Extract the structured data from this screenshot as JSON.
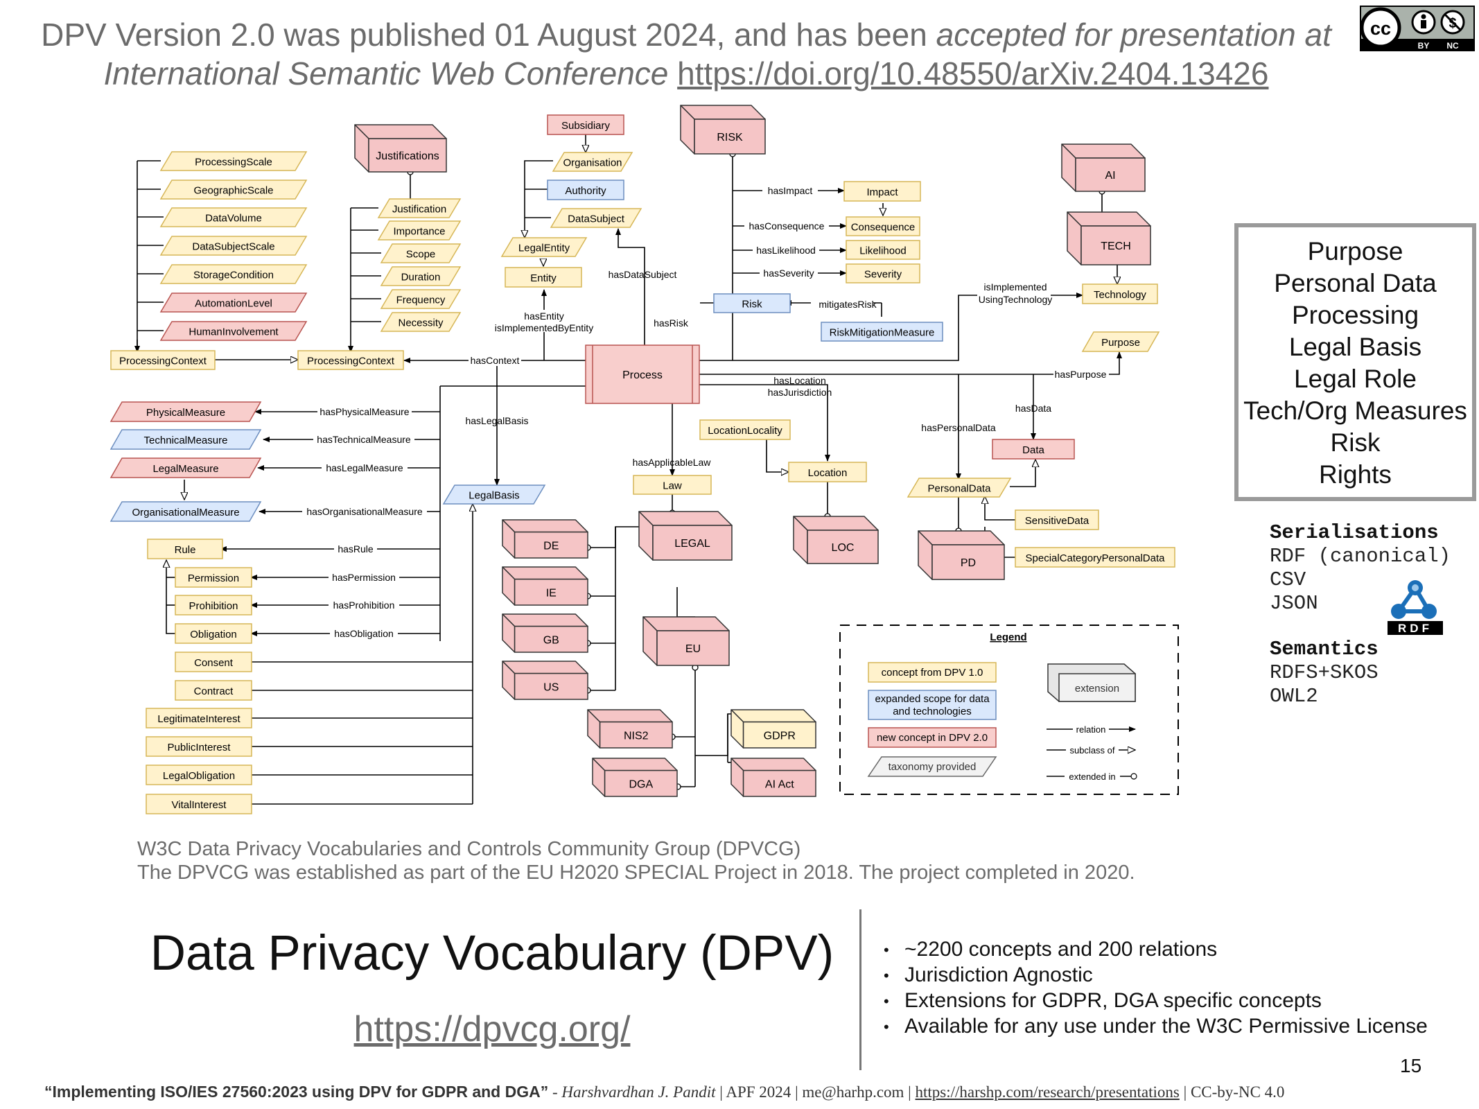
{
  "headline": {
    "plain": "DPV Version 2.0 was published 01 August 2024, and has been ",
    "italic": "accepted for presentation at International Semantic Web Conference",
    "link": "https://doi.org/10.48550/arXiv.2404.13426"
  },
  "license_badge": {
    "cc": "cc",
    "by": "BY",
    "nc": "NC"
  },
  "diagram": {
    "concepts": {
      "processing_scale": "ProcessingScale",
      "geographic_scale": "GeographicScale",
      "data_volume": "DataVolume",
      "data_subject_scale": "DataSubjectScale",
      "storage_condition": "StorageCondition",
      "automation_level": "AutomationLevel",
      "human_involvement": "HumanInvolvement",
      "processing_context_left": "ProcessingContext",
      "processing_context": "ProcessingContext",
      "justifications": "Justifications",
      "justification": "Justification",
      "importance": "Importance",
      "scope": "Scope",
      "duration": "Duration",
      "frequency": "Frequency",
      "necessity": "Necessity",
      "subsidiary": "Subsidiary",
      "organisation": "Organisation",
      "authority": "Authority",
      "data_subject": "DataSubject",
      "legal_entity": "LegalEntity",
      "entity": "Entity",
      "risk_ext": "RISK",
      "impact": "Impact",
      "consequence": "Consequence",
      "likelihood": "Likelihood",
      "severity": "Severity",
      "risk": "Risk",
      "risk_mitigation_measure": "RiskMitigationMeasure",
      "ai_ext": "AI",
      "tech_ext": "TECH",
      "technology": "Technology",
      "purpose": "Purpose",
      "process": "Process",
      "physical_measure": "PhysicalMeasure",
      "technical_measure": "TechnicalMeasure",
      "legal_measure": "LegalMeasure",
      "organisational_measure": "OrganisationalMeasure",
      "rule": "Rule",
      "permission": "Permission",
      "prohibition": "Prohibition",
      "obligation": "Obligation",
      "consent": "Consent",
      "contract": "Contract",
      "legitimate_interest": "LegitimateInterest",
      "public_interest": "PublicInterest",
      "legal_obligation": "LegalObligation",
      "vital_interest": "VitalInterest",
      "legal_basis": "LegalBasis",
      "law": "Law",
      "location_locality": "LocationLocality",
      "location": "Location",
      "personal_data": "PersonalData",
      "data": "Data",
      "sensitive_data": "SensitiveData",
      "special_category_personal_data": "SpecialCategoryPersonalData",
      "de": "DE",
      "ie": "IE",
      "gb": "GB",
      "us": "US",
      "legal_ext": "LEGAL",
      "eu": "EU",
      "nis2": "NIS2",
      "dga": "DGA",
      "gdpr": "GDPR",
      "ai_act": "AI Act",
      "loc_ext": "LOC",
      "pd_ext": "PD"
    },
    "relations": {
      "has_impact": "hasImpact",
      "has_consequence": "hasConsequence",
      "has_likelihood": "hasLikelihood",
      "has_severity": "hasSeverity",
      "mitigates_risk": "mitigatesRisk",
      "has_risk": "hasRisk",
      "has_data_subject": "hasDataSubject",
      "has_entity": "hasEntity",
      "is_implemented_by_entity": "isImplementedByEntity",
      "is_implemented_using_technology_1": "isImplemented",
      "is_implemented_using_technology_2": "UsingTechnology",
      "has_purpose": "hasPurpose",
      "has_context": "hasContext",
      "has_location": "hasLocation",
      "has_jurisdiction": "hasJurisdiction",
      "has_legal_basis": "hasLegalBasis",
      "has_applicable_law": "hasApplicableLaw",
      "has_personal_data": "hasPersonalData",
      "has_data": "hasData",
      "has_physical_measure": "hasPhysicalMeasure",
      "has_technical_measure": "hasTechnicalMeasure",
      "has_legal_measure": "hasLegalMeasure",
      "has_organisational_measure": "hasOrganisationalMeasure",
      "has_rule": "hasRule",
      "has_permission": "hasPermission",
      "has_prohibition": "hasProhibition",
      "has_obligation": "hasObligation"
    },
    "legend": {
      "title": "Legend",
      "dpv1": "concept from DPV 1.0",
      "expanded_1": "expanded scope for data",
      "expanded_2": "and technologies",
      "new_concept": "new concept in DPV 2.0",
      "taxonomy": "taxonomy provided",
      "extension": "extension",
      "relation": "relation",
      "subclass_of": "subclass of",
      "extended_in": "extended in"
    },
    "colors": {
      "dpv1_fill": "#fff2cc",
      "dpv1_stroke": "#d6b656",
      "expanded_fill": "#dae8fc",
      "expanded_stroke": "#6c8ebf",
      "new_fill": "#f8cecc",
      "new_stroke": "#b85450",
      "ext_fill": "#f5c5c6",
      "ext_stroke": "#333333"
    }
  },
  "facets": [
    "Purpose",
    "Personal Data",
    "Processing",
    "Legal Basis",
    "Legal Role",
    "Tech/Org Measures",
    "Risk",
    "Rights"
  ],
  "serialisations": {
    "title": "Serialisations",
    "items": [
      "RDF (canonical)",
      "CSV",
      "JSON"
    ]
  },
  "rdf_logo_text": "RDF",
  "semantics": {
    "title": "Semantics",
    "items": [
      "RDFS+SKOS",
      "OWL2"
    ]
  },
  "dpvcg_note": {
    "line1": "W3C Data Privacy Vocabularies and Controls Community Group (DPVCG)",
    "line2": "The DPVCG was established as part of the EU H2020 SPECIAL Project in 2018. The project completed in 2020."
  },
  "title": "Data Privacy Vocabulary (DPV)",
  "url": "https://dpvcg.org/",
  "bullets": [
    "~2200 concepts and 200 relations",
    "Jurisdiction Agnostic",
    "Extensions for GDPR, DGA specific concepts",
    "Available for any use under the W3C Permissive License"
  ],
  "slide_number": "15",
  "footer": {
    "talk": "“Implementing ISO/IES 27560:2023 using DPV for GDPR and DGA”",
    "author": "Harshvardhan J. Pandit",
    "venue": "APF 2024",
    "email": "me@harhp.com",
    "link": "https://harshp.com/research/presentations",
    "license": "CC-by-NC 4.0",
    "sep": " | ",
    "dash": " - "
  }
}
